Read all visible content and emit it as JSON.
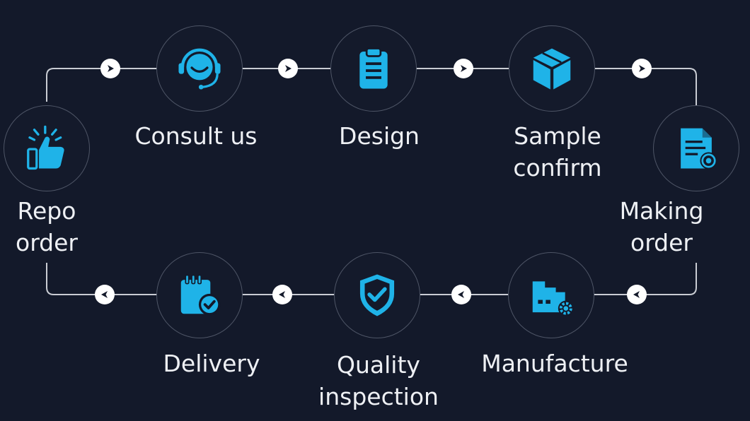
{
  "diagram": {
    "steps": [
      {
        "id": "consult",
        "label": "Consult us",
        "icon": "headset-icon"
      },
      {
        "id": "design",
        "label": "Design",
        "icon": "clipboard-icon"
      },
      {
        "id": "sample",
        "label": "Sample\nconfirm",
        "icon": "box-icon"
      },
      {
        "id": "making",
        "label": "Making\norder",
        "icon": "certificate-document-icon"
      },
      {
        "id": "manufacture",
        "label": "Manufacture",
        "icon": "factory-icon"
      },
      {
        "id": "quality",
        "label": "Quality\ninspection",
        "icon": "shield-check-icon"
      },
      {
        "id": "delivery",
        "label": "Delivery",
        "icon": "calendar-check-icon"
      },
      {
        "id": "repo",
        "label": "Repo\norder",
        "icon": "thumbs-up-icon"
      }
    ],
    "flow": [
      "consult",
      "design",
      "sample",
      "making",
      "manufacture",
      "quality",
      "delivery",
      "repo",
      "consult"
    ]
  },
  "colors": {
    "background": "#13192a",
    "accent": "#1fb3e8",
    "ring": "#4e5566",
    "line": "#c9ccd3",
    "text": "#eef0f4"
  }
}
